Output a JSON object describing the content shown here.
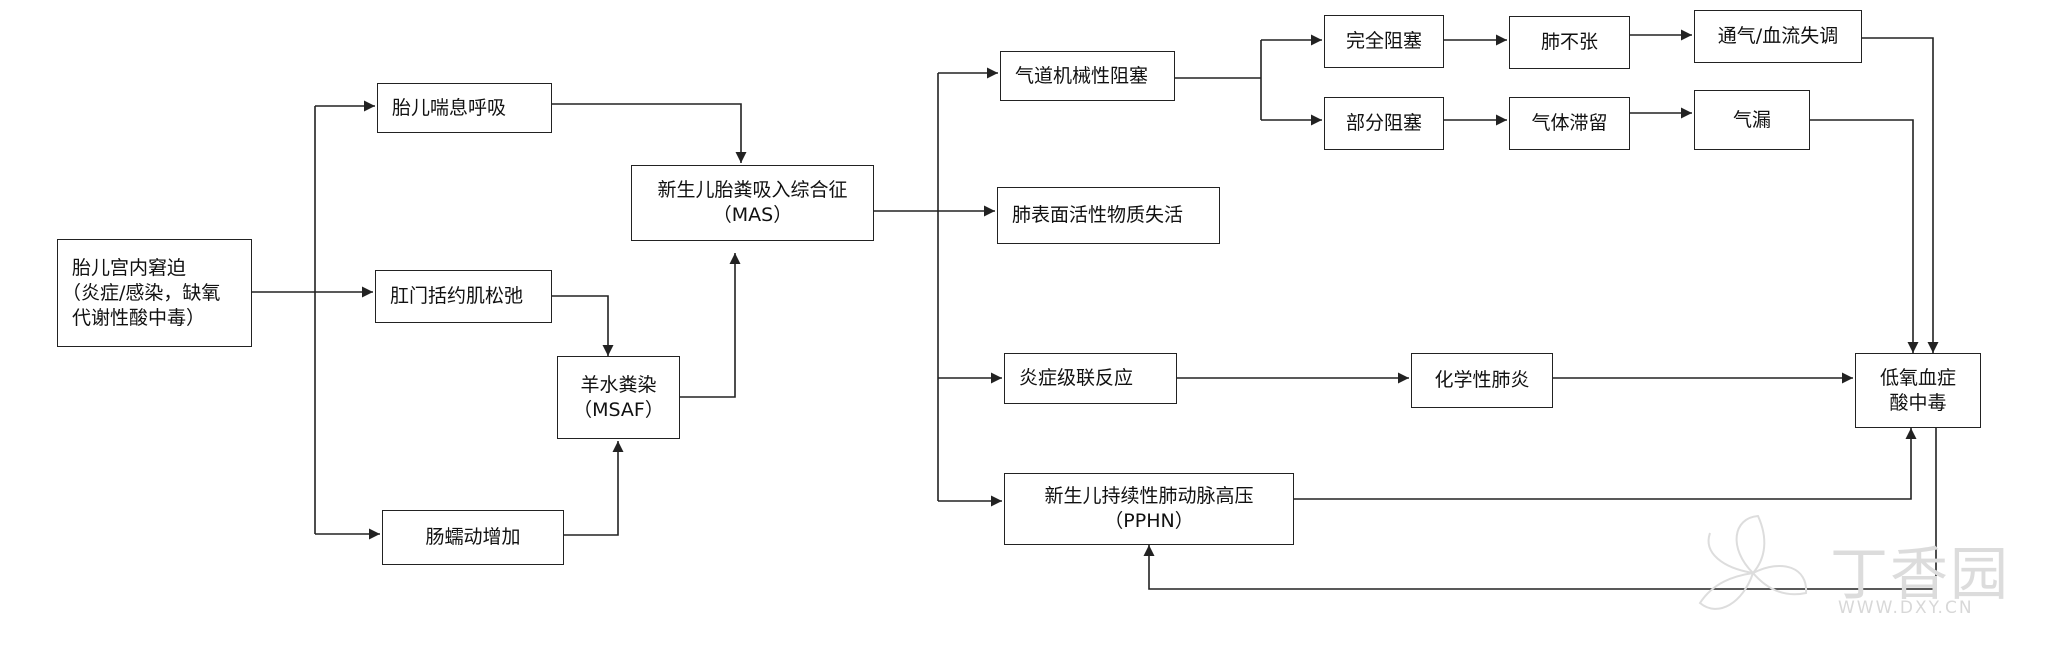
{
  "nodes": {
    "fetal_distress": {
      "line1": "胎儿宫内窘迫",
      "line2": "（炎症/感染，缺氧",
      "line3": "代谢性酸中毒）"
    },
    "fetal_gasping": {
      "label": "胎儿喘息呼吸"
    },
    "anal_sphincter": {
      "label": "肛门括约肌松弛"
    },
    "bowel_peristalsis": {
      "label": "肠蠕动增加"
    },
    "msaf": {
      "line1": "羊水粪染",
      "line2": "（MSAF）"
    },
    "mas": {
      "line1": "新生儿胎粪吸入综合征",
      "line2": "（MAS）"
    },
    "airway_obstruction": {
      "label": "气道机械性阻塞"
    },
    "surfactant_inactivation": {
      "label": "肺表面活性物质失活"
    },
    "inflammatory_reaction": {
      "label": "炎症级联反应"
    },
    "pphn": {
      "line1": "新生儿持续性肺动脉高压",
      "line2": "（PPHN）"
    },
    "complete_obstruction": {
      "label": "完全阻塞"
    },
    "partial_obstruction": {
      "label": "部分阻塞"
    },
    "atelectasis": {
      "label": "肺不张"
    },
    "air_trapping": {
      "label": "气体滞留"
    },
    "vq_mismatch": {
      "label": "通气/血流失调"
    },
    "air_leak": {
      "label": "气漏"
    },
    "chemical_pneumonitis": {
      "label": "化学性肺炎"
    },
    "hypoxemia_acidosis": {
      "line1": "低氧血症",
      "line2": "酸中毒"
    }
  },
  "watermark": {
    "brand": "丁香园",
    "url": "WWW.DXY.CN"
  },
  "colors": {
    "line": "#222222",
    "border": "#222222",
    "watermark": "#d9d9d9"
  }
}
